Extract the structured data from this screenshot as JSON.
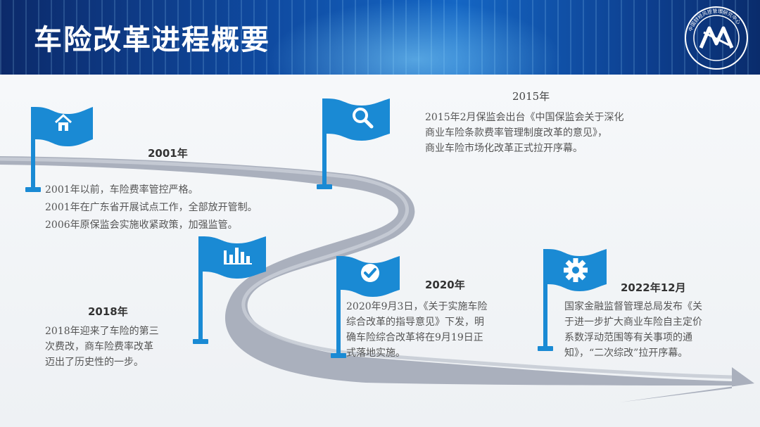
{
  "header": {
    "title": "车险改革进程概要"
  },
  "logo": {
    "text": "中国财经风控管理研究中心"
  },
  "milestones": [
    {
      "id": "2001",
      "year": "2001年",
      "icon": "home-icon",
      "lines": [
        "2001年以前，车险费率管控严格。",
        "2001年在广东省开展试点工作，全部放开管制。",
        "2006年原保监会实施收紧政策，加强监管。"
      ]
    },
    {
      "id": "2015",
      "year": "2015年",
      "icon": "search-icon",
      "lines": [
        "2015年2月保监会出台《中国保监会关于深化",
        "商业车险条款费率管理制度改革的意见》，",
        "商业车险市场化改革正式拉开序幕。"
      ]
    },
    {
      "id": "2018",
      "year": "2018年",
      "icon": "bar-chart-icon",
      "lines": [
        "2018年迎来了车险的第三",
        "次费改，商车险费率改革",
        "迈出了历史性的一步。"
      ]
    },
    {
      "id": "2020",
      "year": "2020年",
      "icon": "check-icon",
      "lines": [
        "2020年9月3日，《关于实施车险",
        "综合改革的指导意见》下发，明",
        "确车险综合改革将在9月19日正",
        "式落地实施。"
      ]
    },
    {
      "id": "2022",
      "year": "2022年12月",
      "icon": "gear-icon",
      "lines": [
        "国家金融监督管理总局发布《关",
        "于进一步扩大商业车险自主定价",
        "系数浮动范围等有关事项的通",
        "知》，“二次综改”拉开序幕。"
      ]
    }
  ],
  "colors": {
    "flag": "#1a8ad4",
    "road": "#a7adba",
    "title": "#ffffff"
  }
}
